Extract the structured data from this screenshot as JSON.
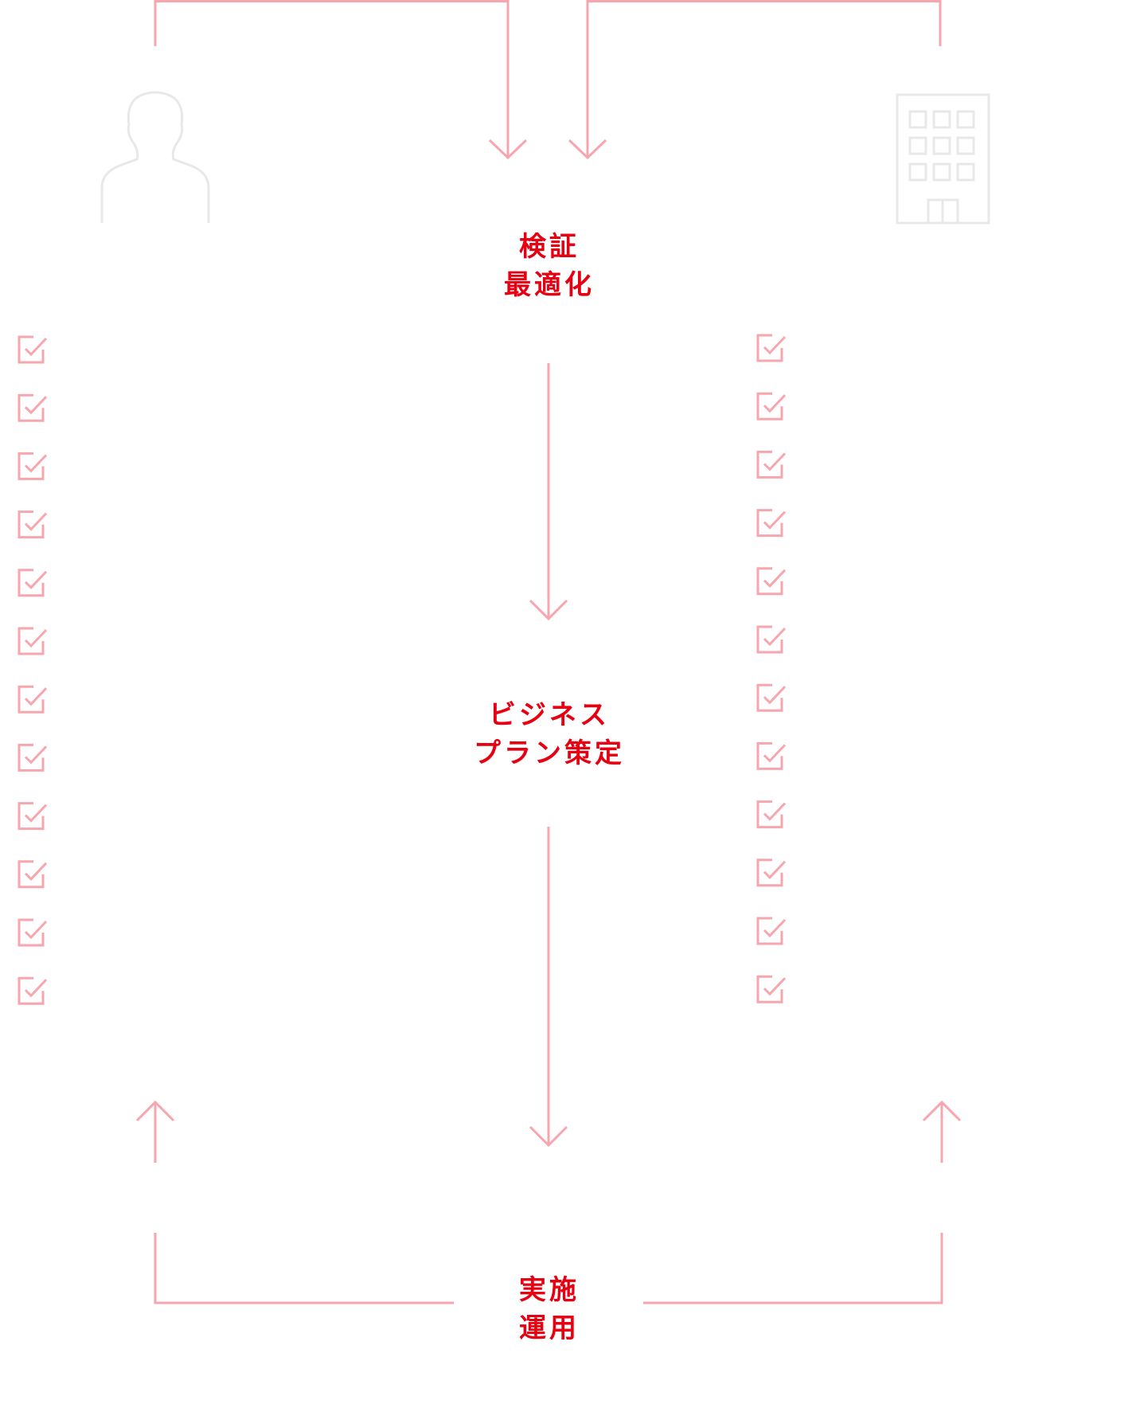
{
  "colors": {
    "accent": "#e60012",
    "line": "#f7a6ae",
    "icon_gray": "#e8e8e8"
  },
  "steps": {
    "verify": {
      "line1": "検証",
      "line2": "最適化"
    },
    "plan": {
      "line1": "ビジネス",
      "line2": "プラン策定"
    },
    "operate": {
      "line1": "実施",
      "line2": "運用"
    }
  },
  "icons": {
    "left": "person-icon",
    "right": "building-icon",
    "check": "checkbox-checked-icon"
  },
  "checklists": {
    "left_count": 12,
    "right_count": 12
  }
}
